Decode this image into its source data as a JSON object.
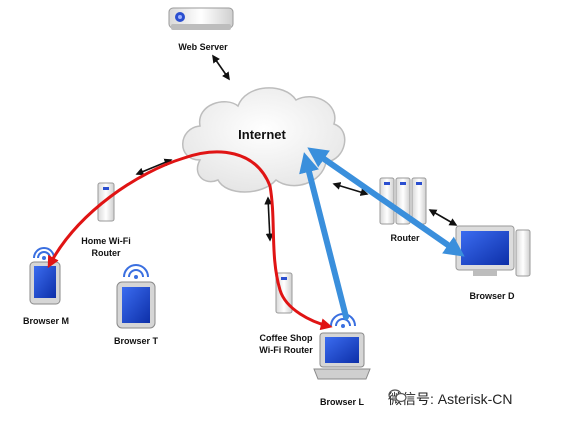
{
  "nodes": {
    "web_server": "Web Server",
    "internet": "Internet",
    "home_router_line1": "Home Wi-Fi",
    "home_router_line2": "Router",
    "router": "Router",
    "coffee_router_line1": "Coffee Shop",
    "coffee_router_line2": "Wi-Fi Router",
    "browser_m": "Browser M",
    "browser_t": "Browser T",
    "browser_l": "Browser L",
    "browser_d": "Browser D"
  },
  "watermark": "微信号: Asterisk-CN",
  "colors": {
    "red_path": "#e01414",
    "blue_path": "#3a8fdc",
    "screen_blue": "#1f4fd6",
    "cloud": "#f4f4f4"
  }
}
